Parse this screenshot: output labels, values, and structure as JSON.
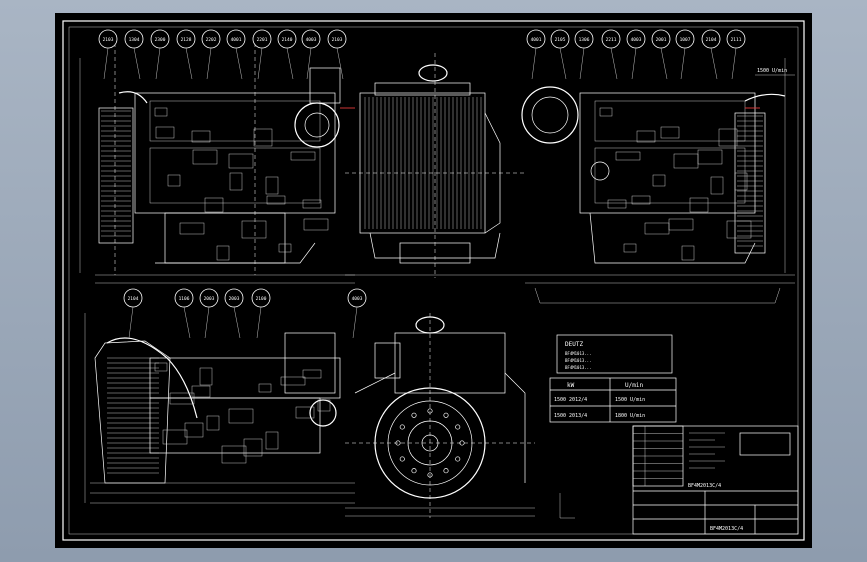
{
  "balloons_top_left": [
    "2103",
    "1304",
    "2300",
    "2128",
    "2202",
    "4001",
    "2201",
    "2140",
    "4003",
    "2103"
  ],
  "balloons_top_right": [
    "4001",
    "2105",
    "1306",
    "2211",
    "4003",
    "2001",
    "1007",
    "2104",
    "2111"
  ],
  "balloons_bottom_left": [
    "2104",
    "1106",
    "2003",
    "2003",
    "2100"
  ],
  "balloon_bottom_center": "4003",
  "spec_block": {
    "title": "DEUTZ",
    "lines": [
      "BF4M1013...",
      "BF4M1013...",
      "BF4M1013..."
    ]
  },
  "rating_table": {
    "header": [
      "kW",
      "U/min"
    ],
    "rows": [
      [
        "1500 2012/4",
        "1500 U/min"
      ],
      [
        "1500 2013/4",
        "1800 U/min"
      ]
    ]
  },
  "drawing_number": "BF4M2013C/4",
  "flow_rate": "1500 U/min",
  "colors": {
    "workspace": "#98a5b7",
    "sheet": "#000000",
    "lines": "#ffffff",
    "accent": "#e23b3b"
  }
}
